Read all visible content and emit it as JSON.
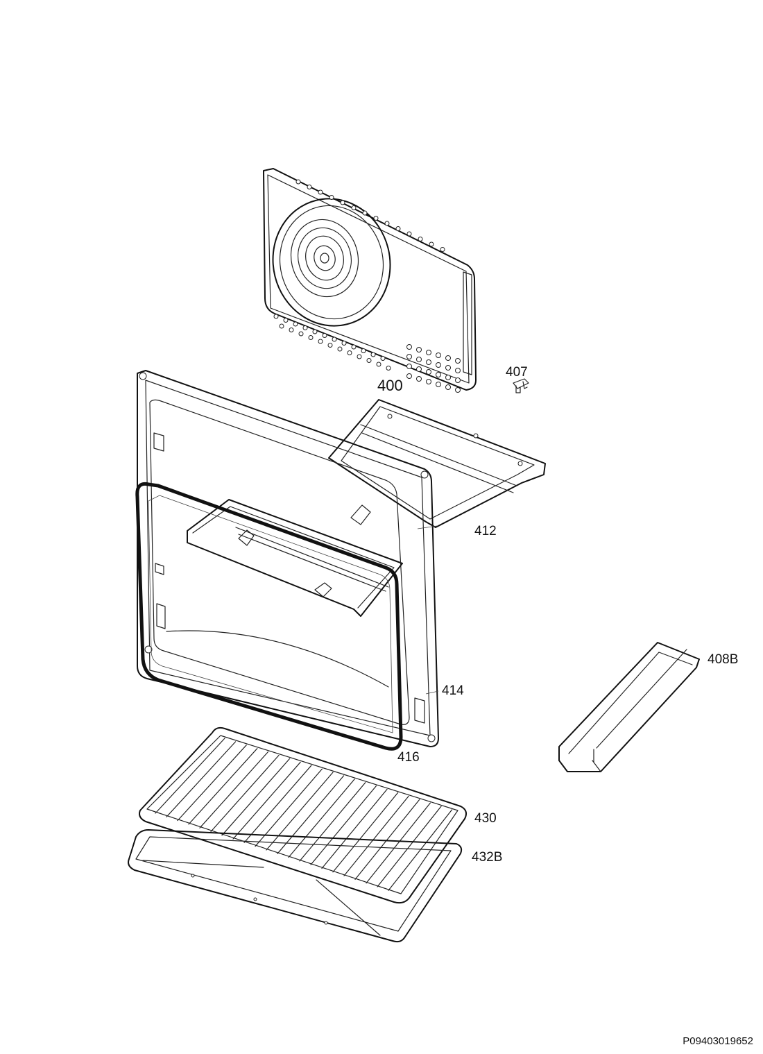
{
  "callouts": {
    "c400": "400",
    "c407": "407",
    "c412": "412",
    "c414": "414",
    "c416": "416",
    "c408B": "408B",
    "c430": "430",
    "c432B": "432B"
  },
  "document_number": "P09403019652"
}
